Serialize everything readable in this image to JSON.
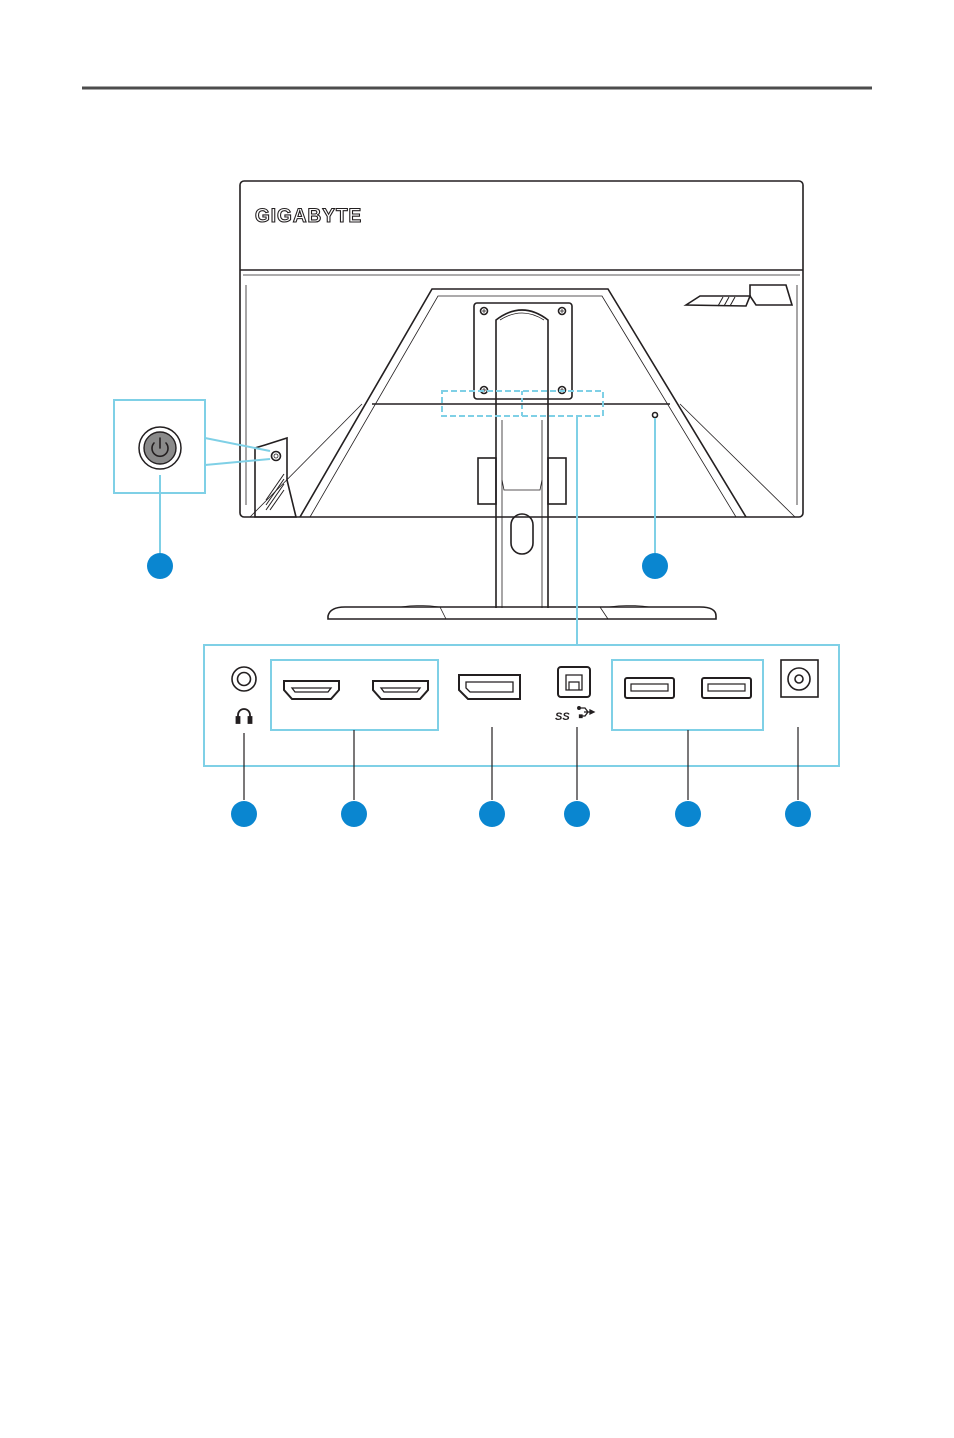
{
  "brand": {
    "logo_text": "GIGABYTE"
  },
  "colors": {
    "outline": "#231f20",
    "callout_box": "#7fd0e6",
    "callout_dot": "#0a86d0",
    "power_button": "#8a8a8a",
    "rule": "#4d4d4d"
  },
  "icons": {
    "power": "power-icon",
    "headphone": "headphone-icon",
    "superspeed_usb": "superspeed-usb-icon",
    "kensington_lock": "lock-slot-icon"
  },
  "callouts": [
    {
      "id": "power-button",
      "label": ""
    },
    {
      "id": "lock-slot",
      "label": ""
    },
    {
      "id": "headphone-jack",
      "label": ""
    },
    {
      "id": "hdmi-ports",
      "label": ""
    },
    {
      "id": "displayport",
      "label": ""
    },
    {
      "id": "usb-upstream",
      "label": ""
    },
    {
      "id": "usb-downstream",
      "label": ""
    },
    {
      "id": "dc-in",
      "label": ""
    }
  ]
}
